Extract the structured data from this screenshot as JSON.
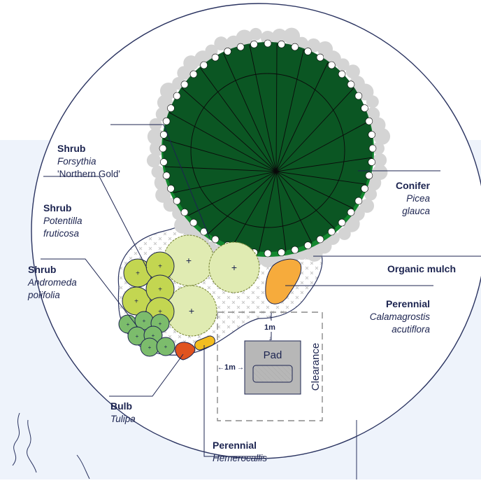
{
  "colors": {
    "background_band": "#eef3fb",
    "ink": "#1c2450",
    "circle_outline": "#2a3360",
    "conifer": "#0b5623",
    "conifer_rim": "#13882f",
    "shrub_forsythia": "#e0ebb2",
    "shrub_potentilla": "#c3d651",
    "shrub_andromeda": "#7cbc6c",
    "bulb": "#e0531f",
    "perennial_hemerocallis": "#f3bd1f",
    "perennial_calamagrostis": "#f6ab3c",
    "pad_fill": "#b7b7b7",
    "pad_inner": "#dcdcdc",
    "mulch_hatch": "#c9c9c9",
    "dashed_line": "#8a8a8a",
    "canopy_bumps": "#d4d4d4"
  },
  "labels": {
    "forsythia": {
      "title": "Shrub",
      "line1": "Forsythia",
      "line2": "'Northern Gold'"
    },
    "potentilla": {
      "title": "Shrub",
      "line1": "Potentilla",
      "line2": "fruticosa"
    },
    "andromeda": {
      "title": "Shrub",
      "line1": "Andromeda",
      "line2": "polifolia"
    },
    "conifer": {
      "title": "Conifer",
      "line1": "Picea",
      "line2": "glauca"
    },
    "mulch": {
      "title": "Organic mulch"
    },
    "calamagrostis": {
      "title": "Perennial",
      "line1": "Calamagrostis",
      "line2": "acutiflora"
    },
    "tulipa": {
      "title": "Bulb",
      "line1": "Tulipa"
    },
    "hemerocallis": {
      "title": "Perennial",
      "line1": "Hemerocallis"
    }
  },
  "pad": {
    "label": "Pad"
  },
  "clearance": {
    "label": "Clearance"
  },
  "dimensions": {
    "vertical": "1m",
    "horizontal": "1m"
  },
  "symbols": {
    "plant_center": "+"
  }
}
